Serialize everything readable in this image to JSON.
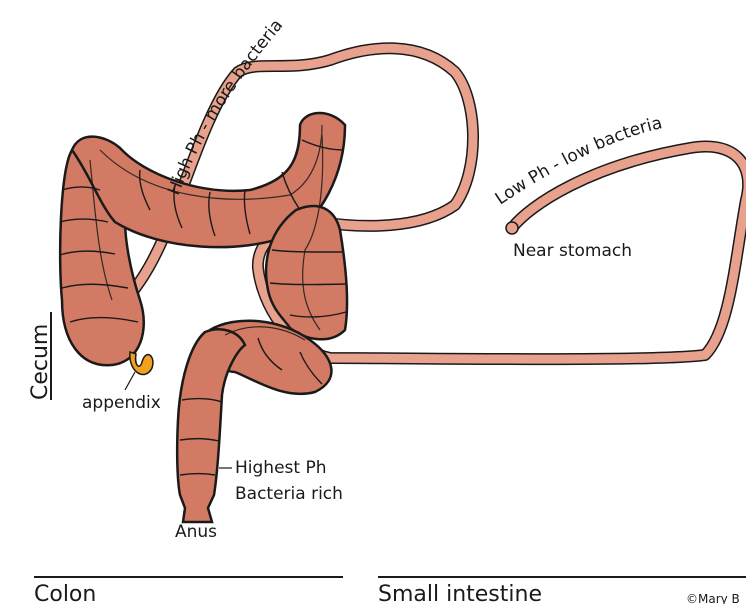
{
  "diagram": {
    "labels": {
      "small_intestine_top": "High Ph - more bacteria",
      "small_intestine_start": "Low Ph - low bacteria",
      "near_stomach": "Near stomach",
      "cecum": "Cecum",
      "appendix": "appendix",
      "highest_ph": "Highest Ph",
      "bacteria_rich": "Bacteria rich",
      "anus": "Anus",
      "colon": "Colon",
      "small_intestine": "Small intestine",
      "copyright": "©Mary B"
    },
    "colors": {
      "colon_fill": "#d27a63",
      "small_intestine_fill": "#e7a18d",
      "outline": "#1a1a1a",
      "appendix_fill": "#f0a21f"
    }
  }
}
